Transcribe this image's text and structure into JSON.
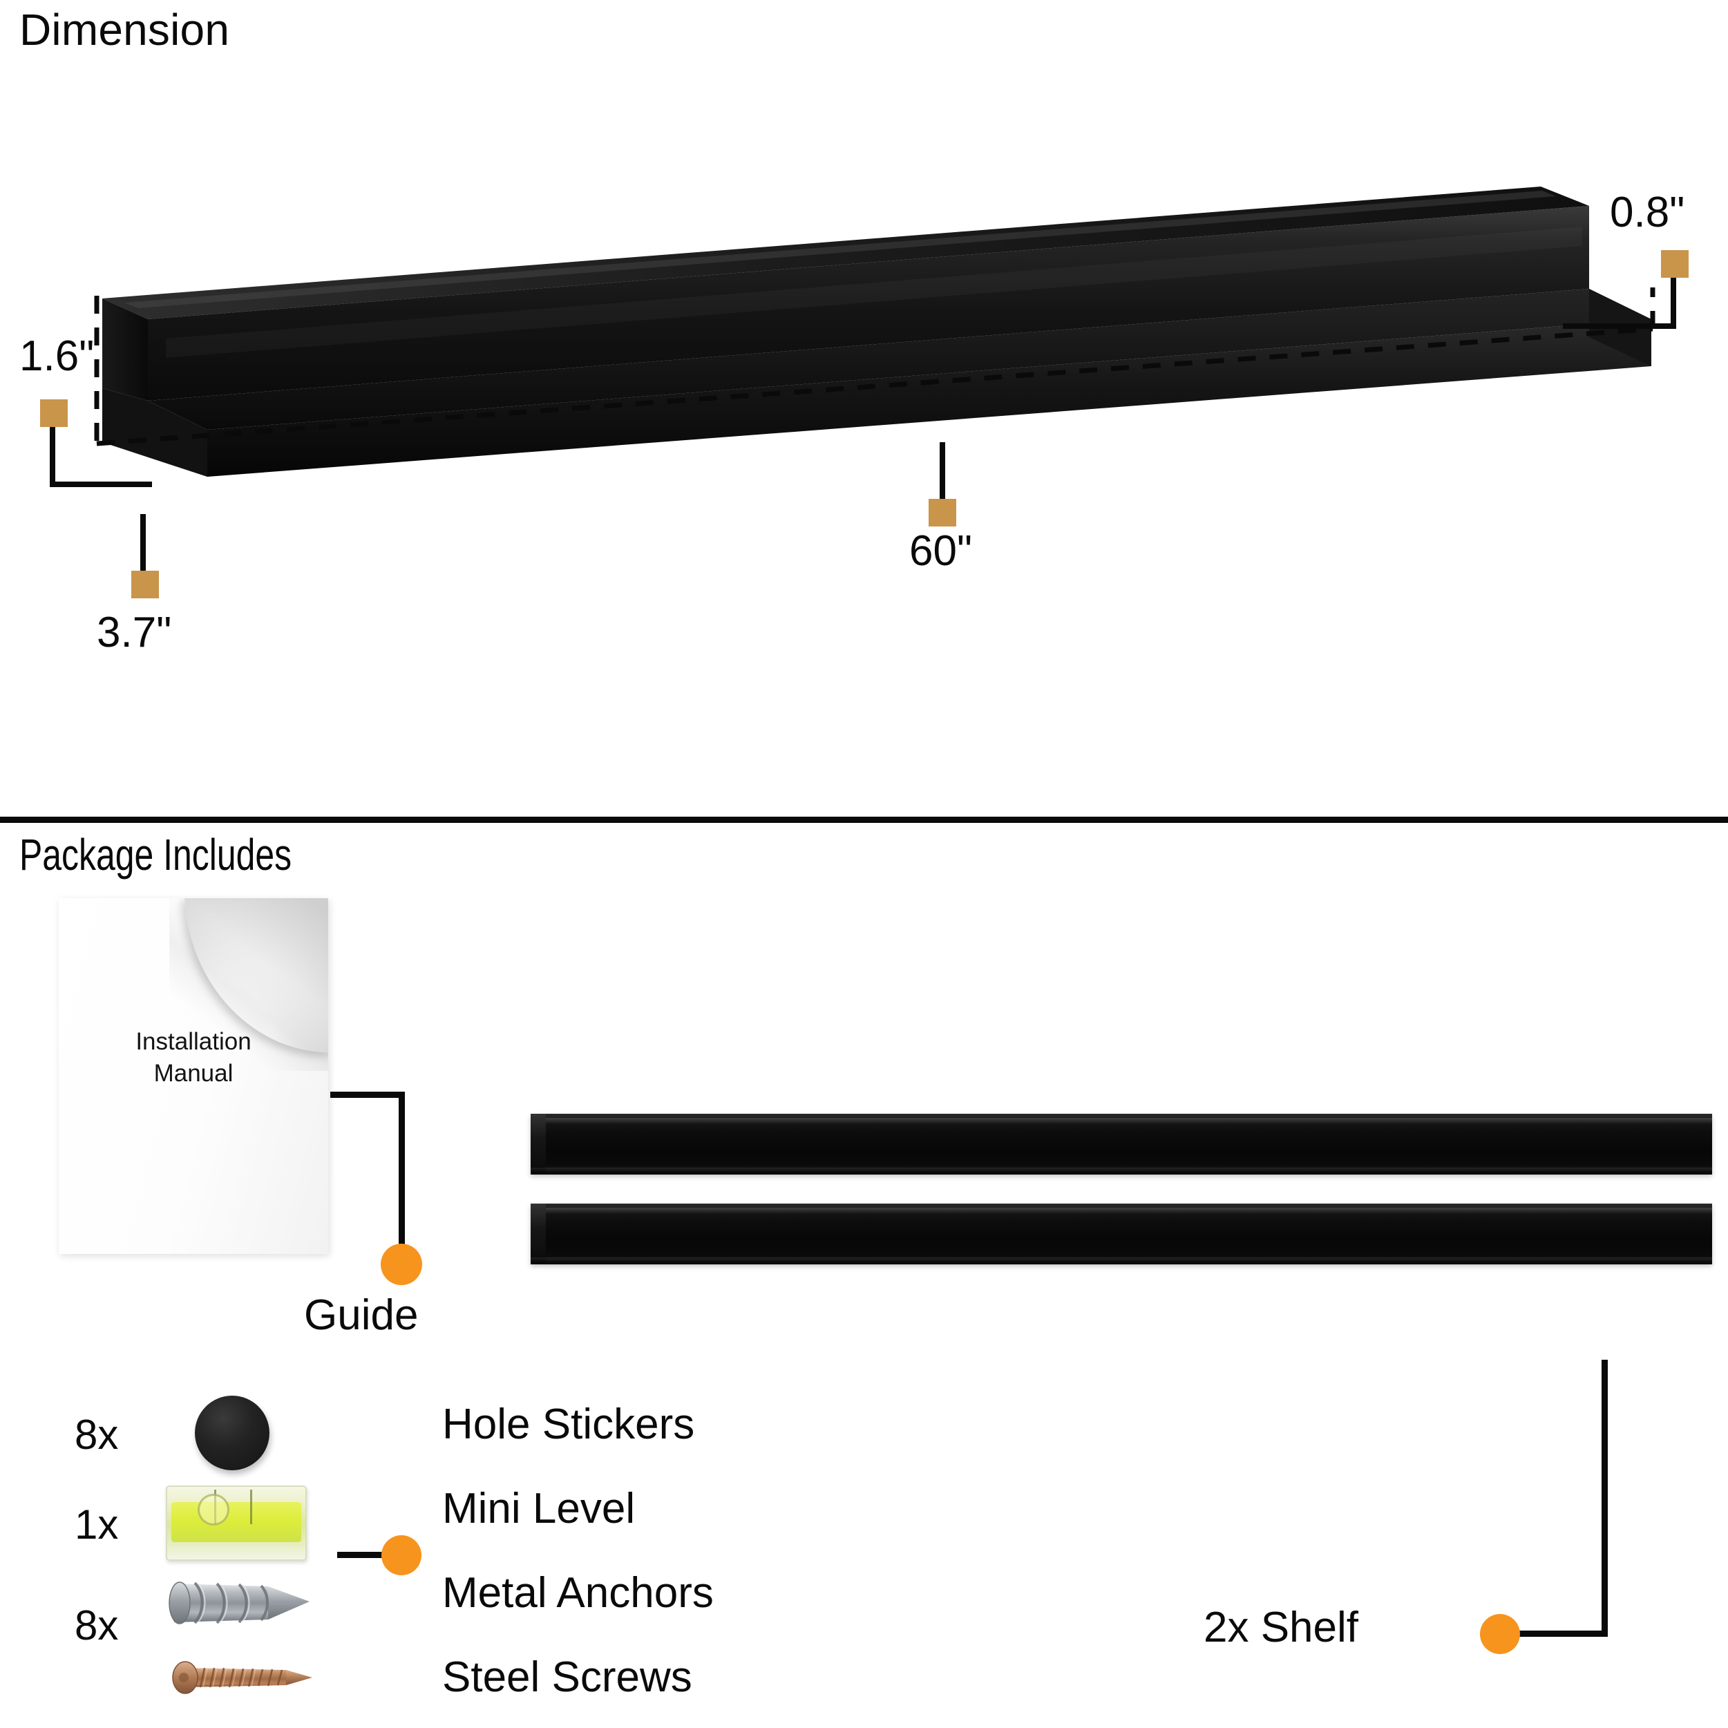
{
  "sections": {
    "dimension": {
      "title": "Dimension",
      "callouts": [
        {
          "id": "height",
          "value": "1.6\"",
          "marker": "gold-square"
        },
        {
          "id": "depth",
          "value": "3.7\"",
          "marker": "gold-square"
        },
        {
          "id": "length",
          "value": "60\"",
          "marker": "gold-square"
        },
        {
          "id": "thickness",
          "value": "0.8\"",
          "marker": "gold-square"
        }
      ],
      "product_icon": "floating-shelf-3d"
    },
    "package": {
      "title": "Package Includes",
      "manual": {
        "line1": "Installation",
        "line2": "Manual",
        "callout_label": "Guide",
        "icon": "installation-manual-sheet"
      },
      "shelf_callout": {
        "label": "2x Shelf",
        "icon": "shelf-bar"
      },
      "parts": [
        {
          "qty": "8x",
          "label": "Hole Stickers",
          "icon": "hole-sticker-dot"
        },
        {
          "qty": "1x",
          "label": "Mini Level",
          "icon": "mini-level"
        },
        {
          "qty": "8x",
          "label": "Metal Anchors",
          "icon": "metal-anchor"
        },
        {
          "qty": "",
          "label": "Steel Screws",
          "icon": "steel-screw"
        }
      ]
    }
  },
  "colors": {
    "gold_marker": "#c9954a",
    "orange_dot": "#f7941d",
    "product_black": "#0a0a0a",
    "rule": "#0a0a0a",
    "anchor_metal": "#b9bcc0",
    "screw_copper": "#b9784f",
    "level_green": "#dced3a"
  }
}
